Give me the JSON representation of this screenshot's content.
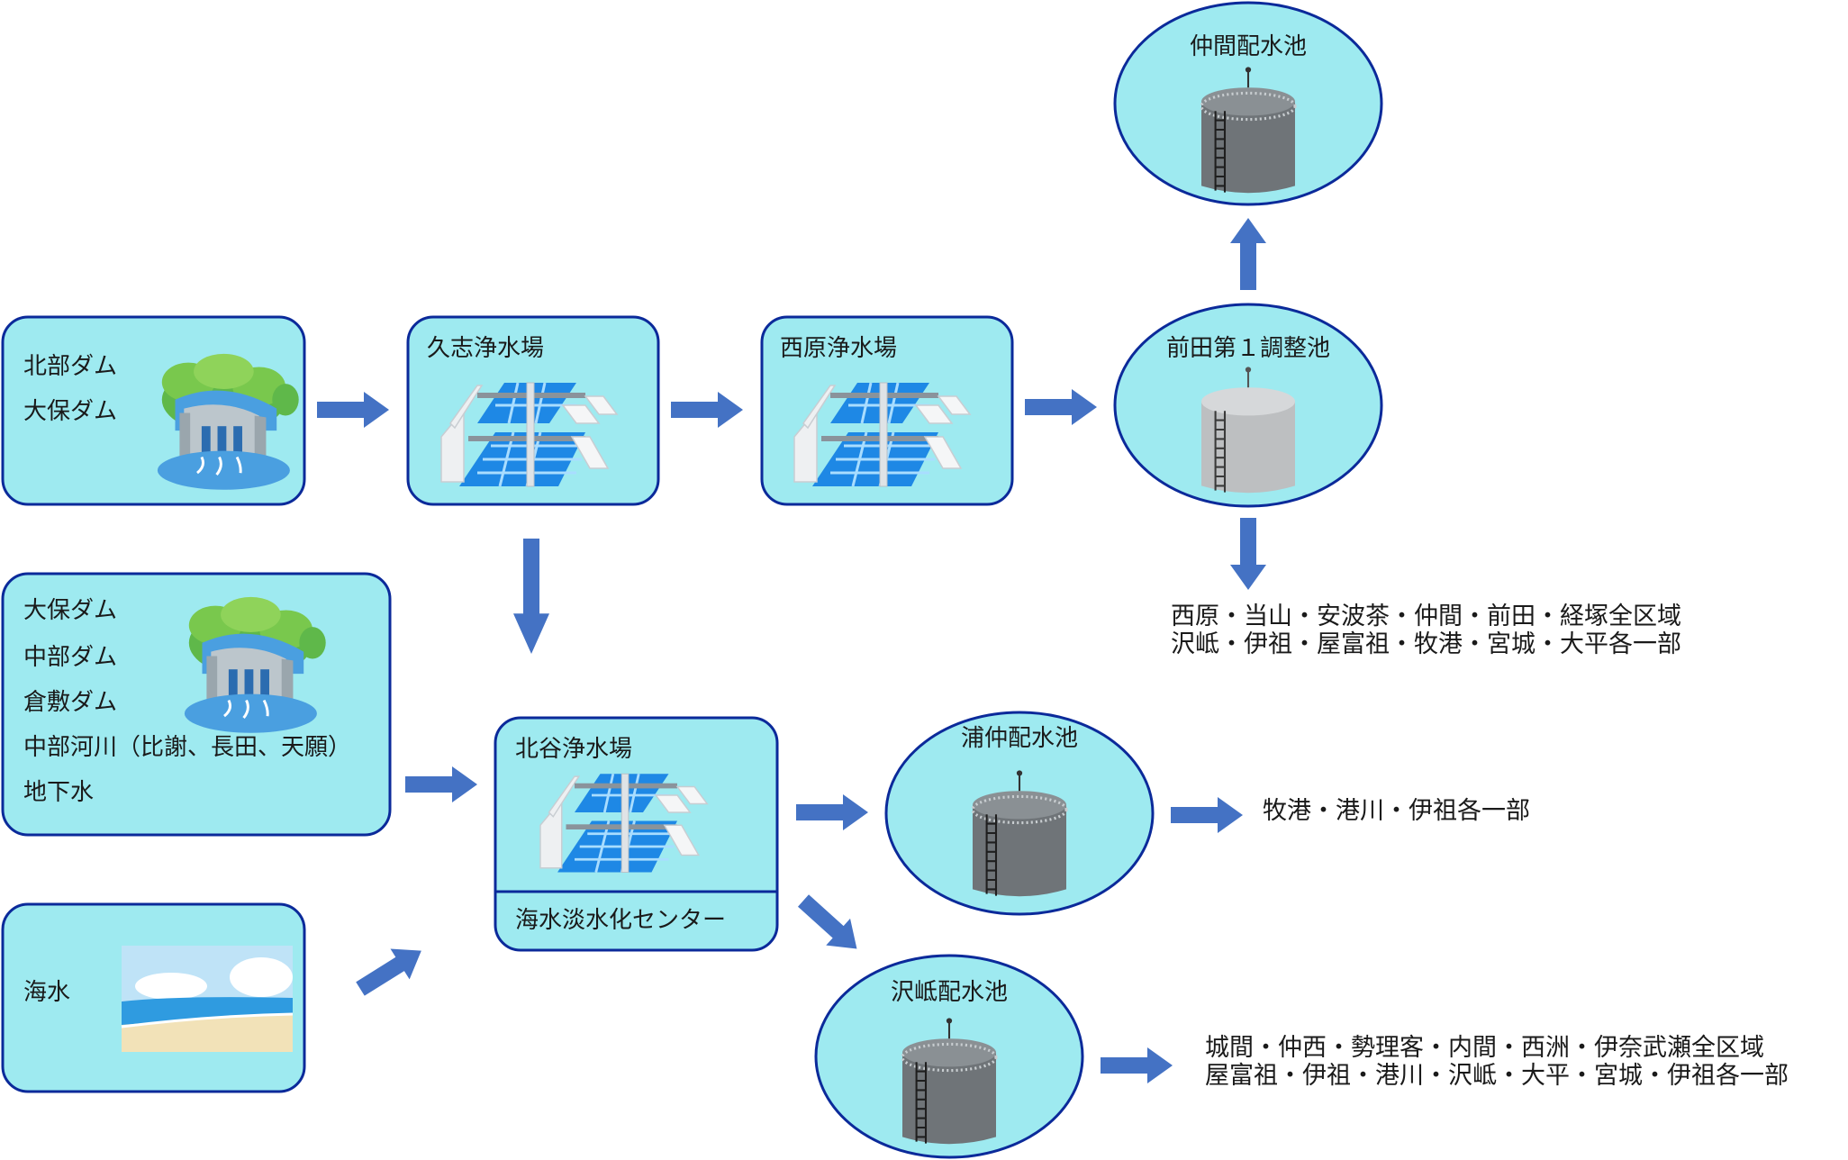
{
  "sources": {
    "north": {
      "lines": [
        "北部ダム",
        "大保ダム"
      ]
    },
    "central": {
      "lines": [
        "大保ダム",
        "中部ダム",
        "倉敷ダム",
        "中部河川（比謝、長田、天願）",
        "地下水"
      ]
    },
    "sea": {
      "lines": [
        "海水"
      ]
    }
  },
  "plants": {
    "kushi": "久志浄水場",
    "nishihara": "西原浄水場",
    "chatan": "北谷浄水場",
    "desal": "海水淡水化センター"
  },
  "reservoirs": {
    "maeda": "前田第１調整池",
    "nakama": "仲間配水池",
    "urasoe": "浦仲配水池",
    "takushi": "沢岻配水池"
  },
  "areas": {
    "maeda": [
      "西原・当山・安波茶・仲間・前田・経塚全区域",
      "沢岻・伊祖・屋富祖・牧港・宮城・大平各一部"
    ],
    "urasoe": [
      "牧港・港川・伊祖各一部"
    ],
    "takushi": [
      "城間・仲西・勢理客・内間・西洲・伊奈武瀬全区域",
      "屋富祖・伊祖・港川・沢岻・大平・宮城・伊祖各一部"
    ]
  },
  "colors": {
    "box_fill": "#9eeaf0",
    "box_stroke": "#0b2a9a",
    "arrow": "#4472c4"
  },
  "icons": [
    "dam-icon",
    "water-treatment-plant-icon",
    "water-tank-icon",
    "sea-beach-icon"
  ]
}
